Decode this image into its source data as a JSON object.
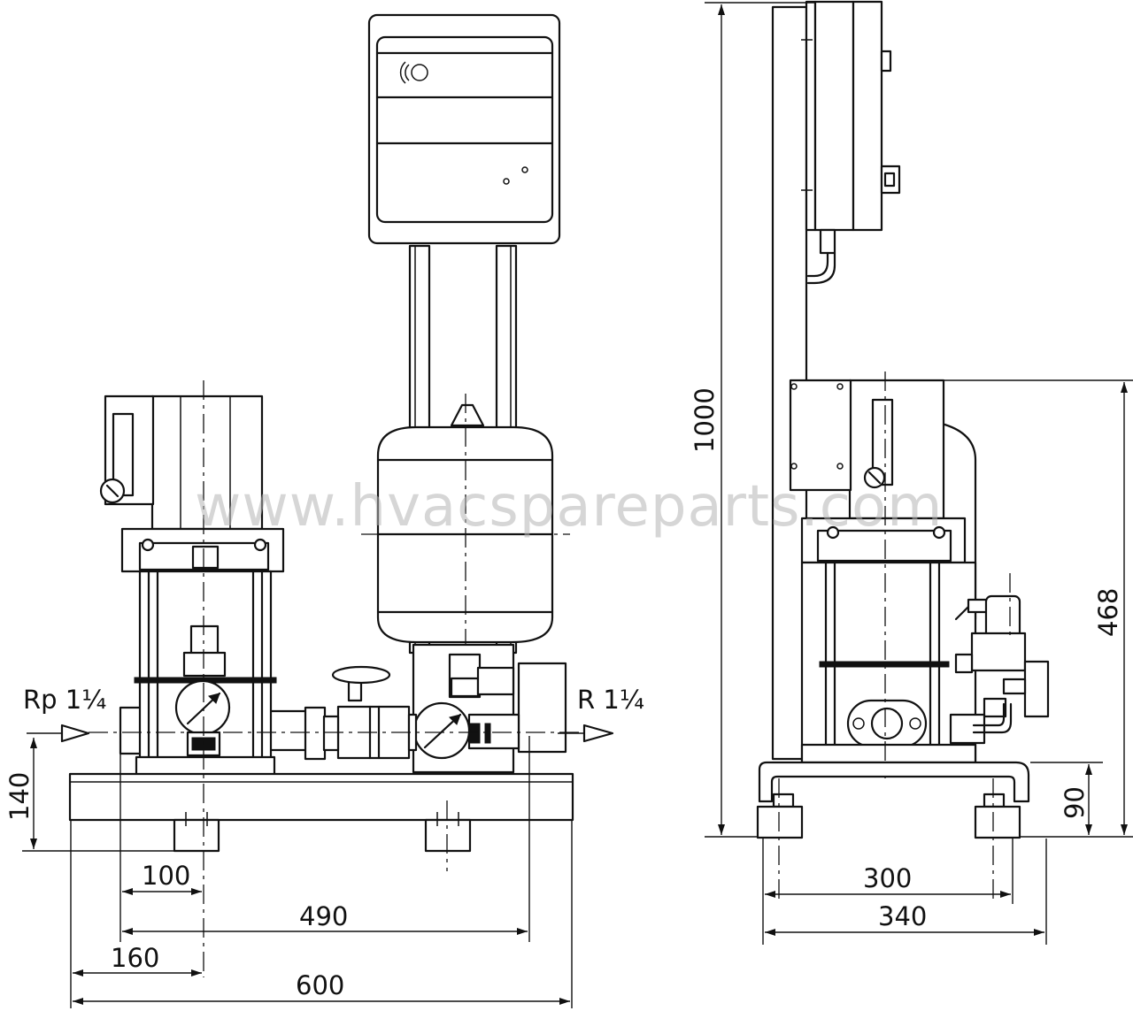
{
  "watermark": "www.hvacspareparts.com",
  "front_view": {
    "inlet_label": "Rp 1¼",
    "outlet_label": "R 1¼",
    "dims": {
      "inlet_height": "140",
      "pump_axis_offset": "100",
      "connection_span": "490",
      "pump_from_base_edge": "160",
      "base_length": "600"
    }
  },
  "side_view": {
    "dims": {
      "total_height": "1000",
      "pump_height": "468",
      "foot_height": "90",
      "foot_spacing": "300",
      "base_width": "340"
    }
  }
}
